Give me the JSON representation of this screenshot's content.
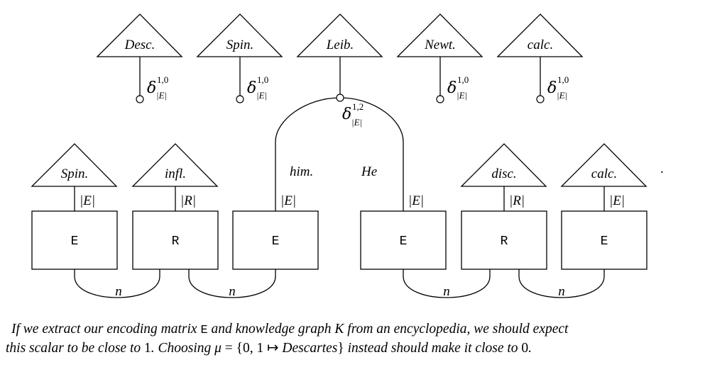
{
  "diagram": {
    "top_triangles": [
      {
        "label": "Desc.",
        "delta": {
          "sym": "δ",
          "sup": "1,0",
          "sub": "|E|"
        }
      },
      {
        "label": "Spin.",
        "delta": {
          "sym": "δ",
          "sup": "1,0",
          "sub": "|E|"
        }
      },
      {
        "label": "Leib.",
        "delta": {
          "sym": "δ",
          "sup": "1,2",
          "sub": "|E|"
        }
      },
      {
        "label": "Newt.",
        "delta": {
          "sym": "δ",
          "sup": "1,0",
          "sub": "|E|"
        }
      },
      {
        "label": "calc.",
        "delta": {
          "sym": "δ",
          "sup": "1,0",
          "sub": "|E|"
        }
      }
    ],
    "bottom_triangles": [
      {
        "label": "Spin.",
        "wire_label": "|E|"
      },
      {
        "label": "infl.",
        "wire_label": "|R|"
      },
      {
        "label": "disc.",
        "wire_label": "|R|"
      },
      {
        "label": "calc.",
        "wire_label": "|E|"
      }
    ],
    "open_wires": [
      {
        "word": "him.",
        "wire_label": "|E|"
      },
      {
        "word": "He",
        "wire_label": "|E|"
      }
    ],
    "boxes": [
      "E",
      "R",
      "E",
      "E",
      "R",
      "E"
    ],
    "cup_labels": [
      "n",
      "n",
      "n",
      "n"
    ],
    "trailing_dot": "."
  },
  "caption": {
    "line1": {
      "a": "If we extract our encoding matrix ",
      "b": "E",
      "c": " and knowledge graph ",
      "d": "K",
      "e": " from an encyclopedia, we should expect"
    },
    "line2": {
      "a": "this scalar to be close to ",
      "b": "1",
      "c": ". Choosing ",
      "d": "μ",
      "e": " = ",
      "f": "{0, 1 ↦ ",
      "g": "Descartes",
      "h": "}",
      "i": " instead should make it close to ",
      "j": "0",
      "k": "."
    }
  }
}
